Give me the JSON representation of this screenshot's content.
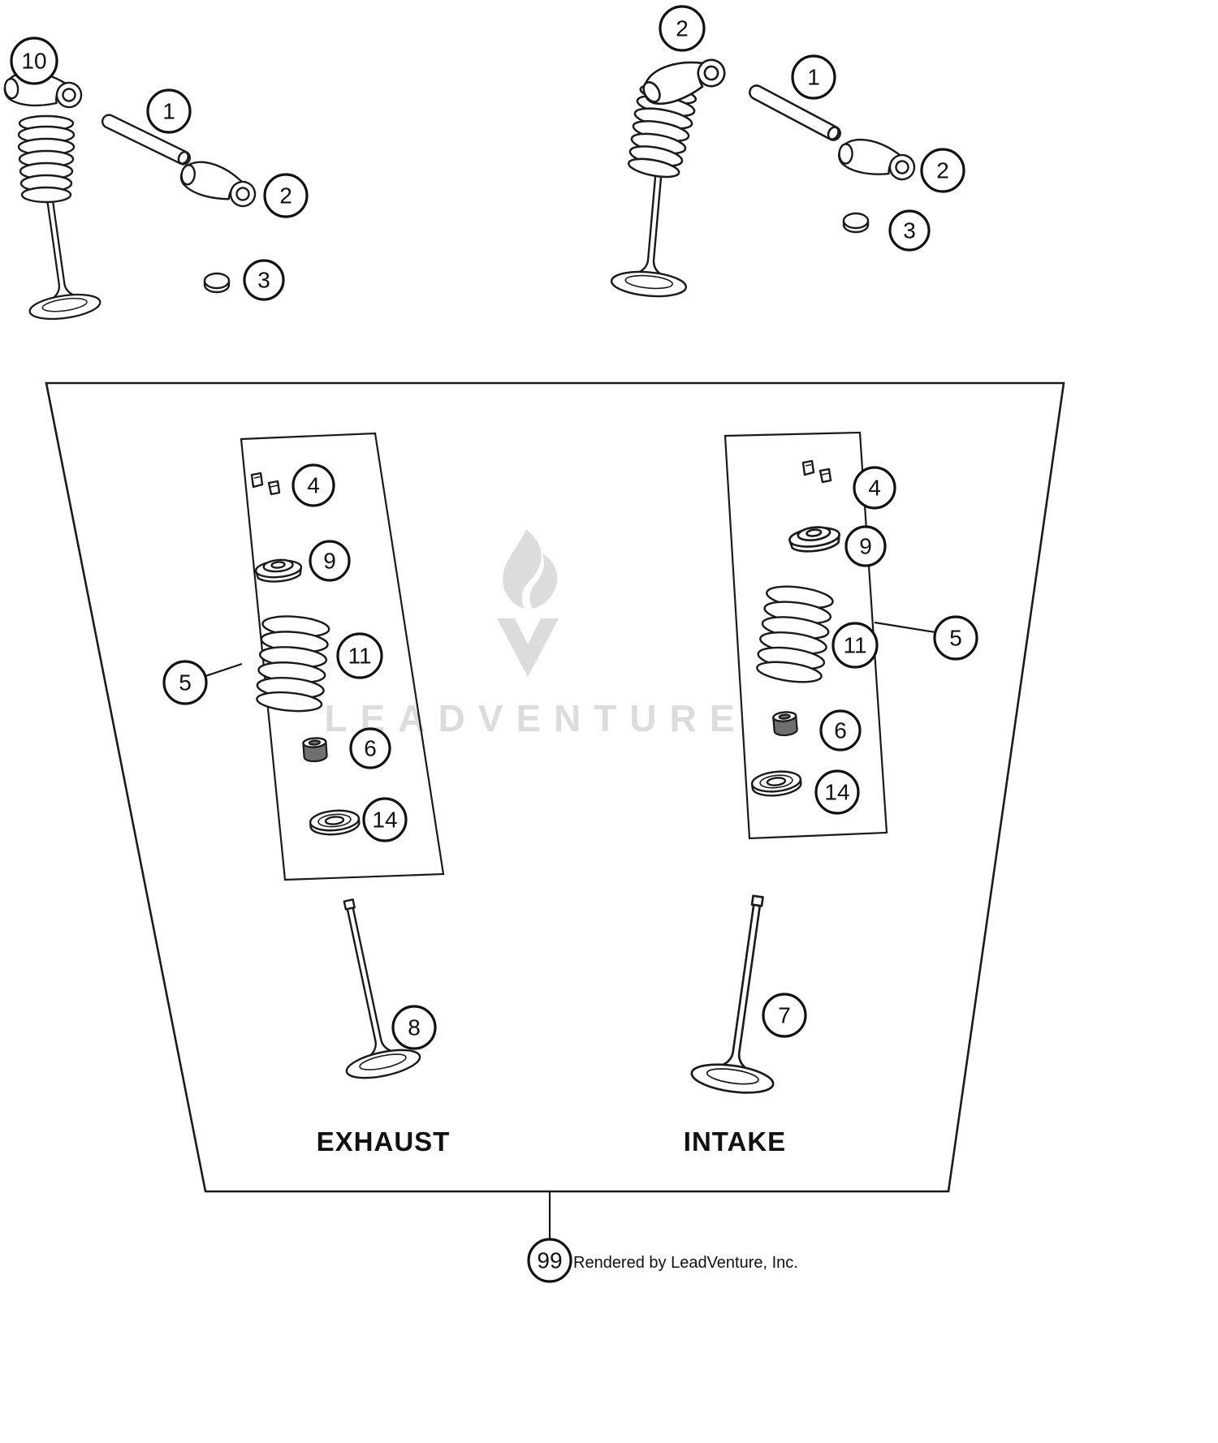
{
  "diagram": {
    "watermark": {
      "text": "LEADVENTURE"
    },
    "footer": {
      "credit": "Rendered by LeadVenture, Inc."
    },
    "sections": {
      "exhaust": "EXHAUST",
      "intake": "INTAKE"
    },
    "callouts": {
      "c10": "10",
      "c1a": "1",
      "c2a": "2",
      "c3a": "3",
      "c2b": "2",
      "c1b": "1",
      "c2c": "2",
      "c3b": "3",
      "c4a": "4",
      "c9a": "9",
      "c11a": "11",
      "c6a": "6",
      "c14a": "14",
      "c5a": "5",
      "c4b": "4",
      "c9b": "9",
      "c11b": "11",
      "c6b": "6",
      "c14b": "14",
      "c5b": "5",
      "c8": "8",
      "c7": "7",
      "c99": "99"
    }
  }
}
